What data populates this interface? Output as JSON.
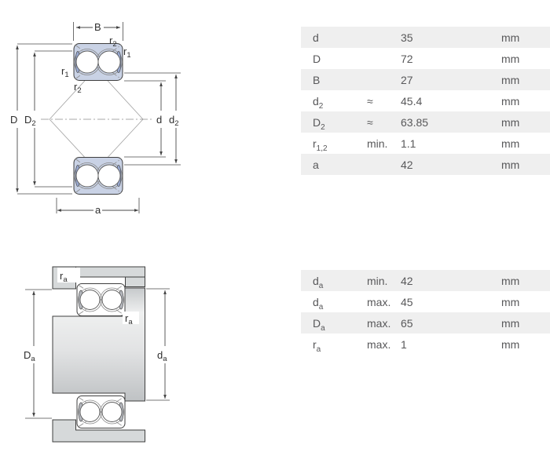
{
  "diagram": {
    "labels": {
      "B": "B",
      "D": "D",
      "d": "d",
      "a": "a",
      "base_D": "D",
      "base_d": "d",
      "base_r": "r",
      "sub_1": "1",
      "sub_2": "2",
      "sub_a": "a"
    },
    "top_drawing_name": "bearing-cross-section",
    "bottom_drawing_name": "abutment-fillet-cross-section"
  },
  "tables": {
    "main": {
      "rows": [
        {
          "symbol": "d",
          "sub": "",
          "qualifier": "",
          "value": "35",
          "unit": "mm"
        },
        {
          "symbol": "D",
          "sub": "",
          "qualifier": "",
          "value": "72",
          "unit": "mm"
        },
        {
          "symbol": "B",
          "sub": "",
          "qualifier": "",
          "value": "27",
          "unit": "mm"
        },
        {
          "symbol": "d",
          "sub": "2",
          "qualifier": "≈",
          "value": "45.4",
          "unit": "mm"
        },
        {
          "symbol": "D",
          "sub": "2",
          "qualifier": "≈",
          "value": "63.85",
          "unit": "mm"
        },
        {
          "symbol": "r",
          "sub": "1,2",
          "qualifier": "min.",
          "value": "1.1",
          "unit": "mm"
        },
        {
          "symbol": "a",
          "sub": "",
          "qualifier": "",
          "value": "42",
          "unit": "mm"
        }
      ]
    },
    "abutment": {
      "rows": [
        {
          "symbol": "d",
          "sub": "a",
          "qualifier": "min.",
          "value": "42",
          "unit": "mm"
        },
        {
          "symbol": "d",
          "sub": "a",
          "qualifier": "max.",
          "value": "45",
          "unit": "mm"
        },
        {
          "symbol": "D",
          "sub": "a",
          "qualifier": "max.",
          "value": "65",
          "unit": "mm"
        },
        {
          "symbol": "r",
          "sub": "a",
          "qualifier": "max.",
          "value": "1",
          "unit": "mm"
        }
      ]
    }
  },
  "colors": {
    "bearing_fill": "#c9d2e5",
    "bearing_seal": "#98a8d0",
    "metal_gray": "#d6d9da",
    "row_alt": "#efefef",
    "table_text": "#58585a",
    "line": "#3f3f3f"
  }
}
